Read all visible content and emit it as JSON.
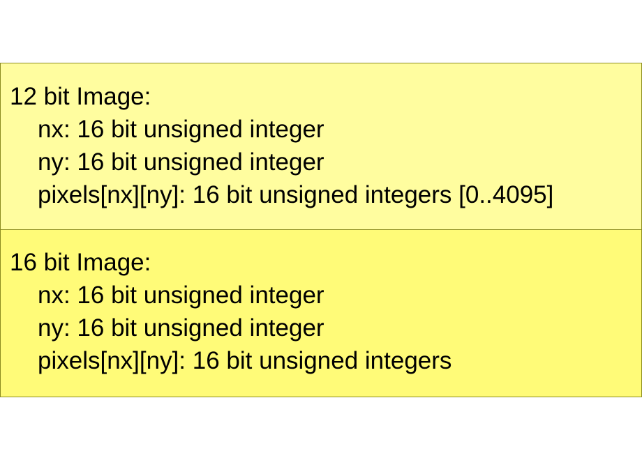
{
  "boxes": [
    {
      "title": "12 bit Image:",
      "fields": [
        "nx: 16 bit unsigned integer",
        "ny: 16 bit unsigned integer",
        "pixels[nx][ny]: 16 bit unsigned integers [0..4095]"
      ],
      "color": "#fffd9f"
    },
    {
      "title": "16 bit Image:",
      "fields": [
        "nx: 16 bit unsigned integer",
        "ny: 16 bit unsigned integer",
        "pixels[nx][ny]: 16 bit unsigned integers"
      ],
      "color": "#fffb78"
    }
  ],
  "border_color": "#8a8a1e"
}
